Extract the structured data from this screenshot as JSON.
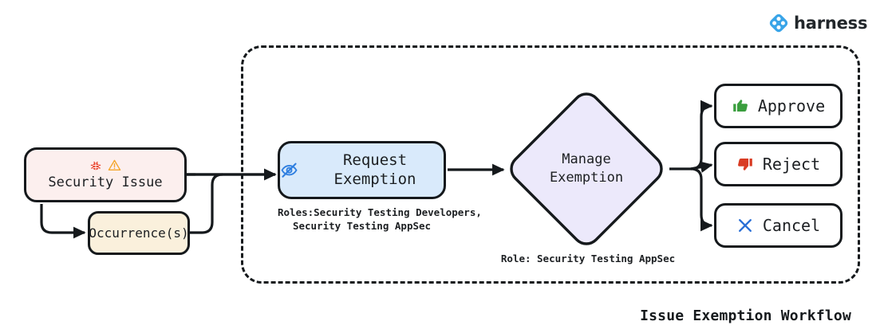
{
  "brand": {
    "name": "harness",
    "logo_icon": "harness-diamond-logo-icon",
    "color": "#38a4e8"
  },
  "diagram": {
    "title": "Issue Exemption Workflow",
    "group_label": "exemption-flow-dashed-group",
    "nodes": {
      "security_issue": {
        "label": "Security Issue",
        "fill": "#fcefee",
        "icons": [
          "bug-icon",
          "warning-triangle-icon"
        ],
        "icon_colors": {
          "bug": "#e8402a",
          "warning": "#f5a72c"
        }
      },
      "occurrences": {
        "label": "Occurrence(s)",
        "fill": "#faf0dc"
      },
      "request_exemption": {
        "label": "Request Exemption",
        "fill": "#d9eafb",
        "icon": "eye-off-icon",
        "icon_color": "#2f7fe0",
        "caption": "Roles:Security Testing Developers,\nSecurity Testing AppSec"
      },
      "manage_exemption": {
        "label_line1": "Manage",
        "label_line2": "Exemption",
        "fill": "#ece9fb",
        "caption": "Role: Security Testing AppSec"
      }
    },
    "actions": [
      {
        "label": "Approve",
        "icon": "thumbs-up-icon",
        "icon_color": "#3a9e3e"
      },
      {
        "label": "Reject",
        "icon": "thumbs-down-icon",
        "icon_color": "#d93b23"
      },
      {
        "label": "Cancel",
        "icon": "close-x-icon",
        "icon_color": "#2a6fd6"
      }
    ],
    "stroke_color": "#15191c"
  }
}
